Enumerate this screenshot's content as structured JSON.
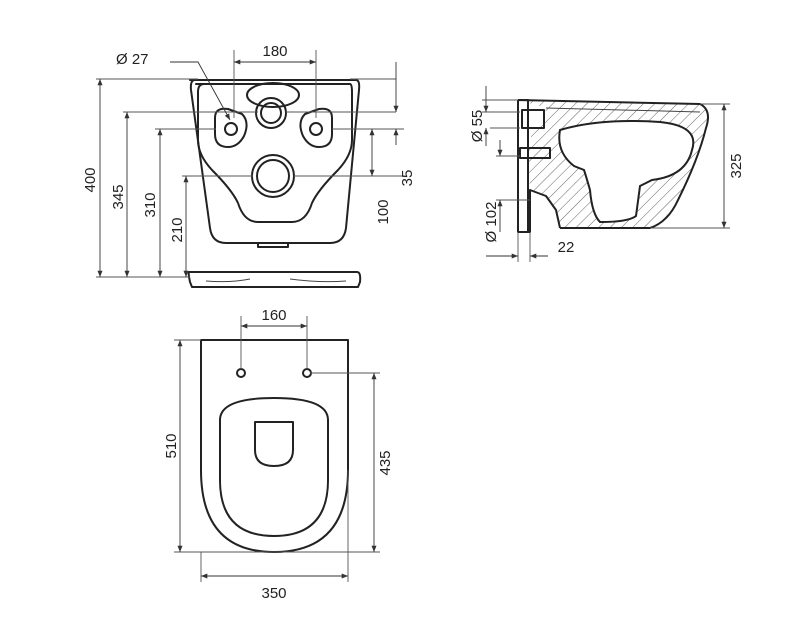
{
  "labels": {
    "front": {
      "pipe_dia": "Ø 27",
      "fix_spacing": "180",
      "h_400": "400",
      "h_345": "345",
      "h_310": "310",
      "h_210": "210",
      "d_35": "35",
      "d_100": "100"
    },
    "side": {
      "inlet_dia": "Ø 55",
      "outlet_dia": "Ø 102",
      "d_22": "22",
      "h_325": "325"
    },
    "top": {
      "fix_spacing": "160",
      "length_510": "510",
      "length_435": "435",
      "width_350": "350"
    }
  }
}
